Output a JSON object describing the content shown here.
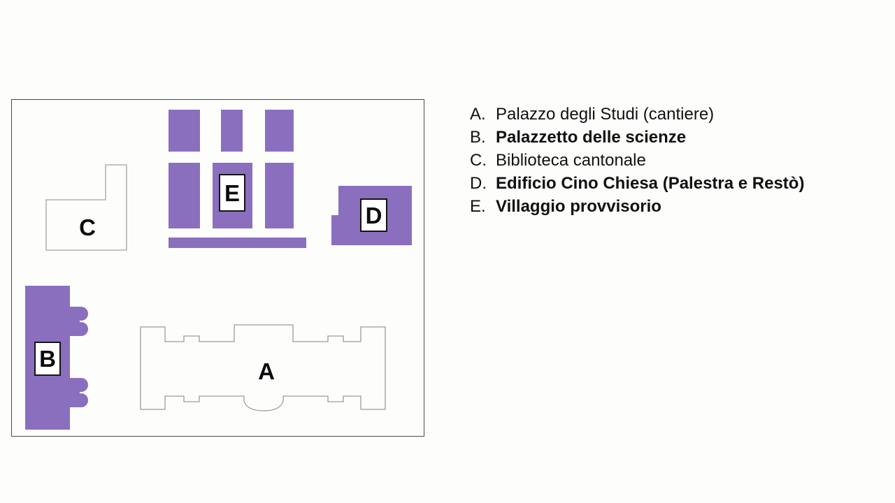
{
  "page": {
    "background": "#fdfdfc"
  },
  "map": {
    "border_color": "#4a4a4a",
    "purple_fill": "#8b6fbf",
    "outline_color": "#a3a3a3",
    "labels": {
      "a": "A",
      "b": "B",
      "c": "C",
      "d": "D",
      "e": "E"
    }
  },
  "legend": {
    "items": [
      {
        "letter": "A.",
        "name": "Palazzo degli Studi (cantiere)",
        "bold": false
      },
      {
        "letter": "B.",
        "name": "Palazzetto delle scienze",
        "bold": true
      },
      {
        "letter": "C.",
        "name": "Biblioteca cantonale",
        "bold": false
      },
      {
        "letter": "D.",
        "name": "Edificio Cino Chiesa (Palestra e Restò)",
        "bold": true
      },
      {
        "letter": "E.",
        "name": "Villaggio provvisorio",
        "bold": true
      }
    ]
  }
}
